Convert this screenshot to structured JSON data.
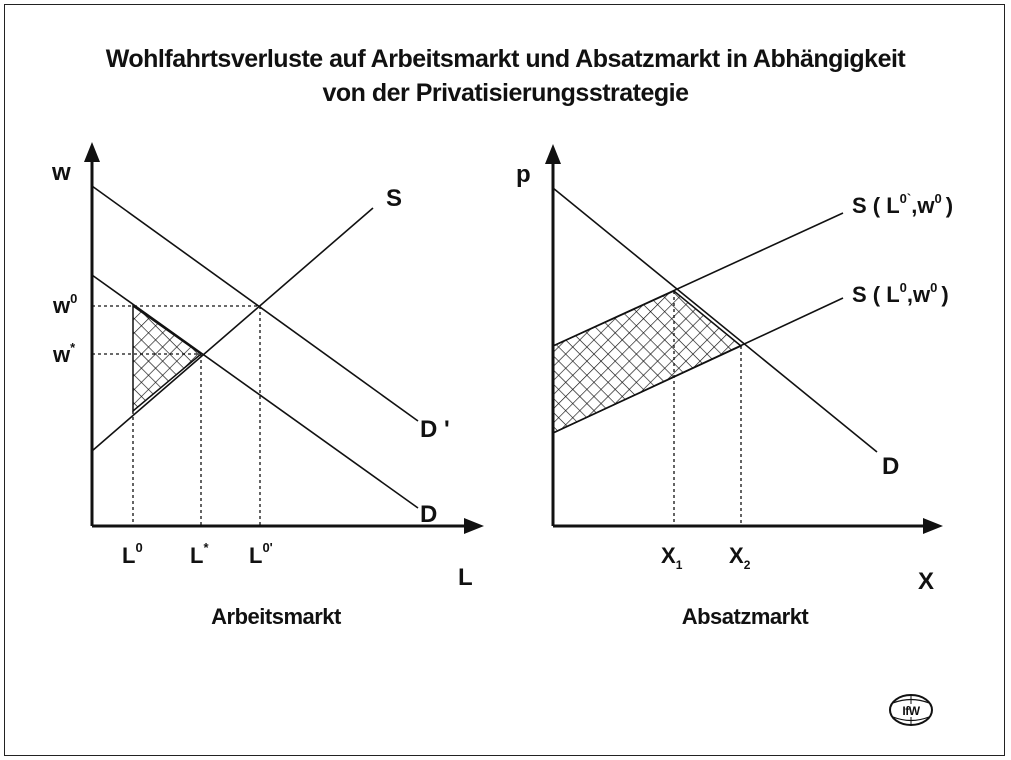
{
  "title": {
    "line1": "Wohlfahrtsverluste auf Arbeitsmarkt und Absatzmarkt in Abhängigkeit",
    "line2": "von der Privatisierungsstrategie"
  },
  "left_panel": {
    "y_axis": "w",
    "x_axis": "L",
    "caption": "Arbeitsmarkt",
    "curve_labels": {
      "supply": "S",
      "demand_shifted": "D '",
      "demand": "D"
    },
    "y_ticks": [
      {
        "base": "w",
        "sup": "0"
      },
      {
        "base": "w",
        "sup": "*"
      }
    ],
    "x_ticks": [
      {
        "base": "L",
        "sup": "0"
      },
      {
        "base": "L",
        "sup": "*"
      },
      {
        "base": "L",
        "sup": "0'"
      }
    ]
  },
  "right_panel": {
    "y_axis": "p",
    "x_axis": "X",
    "caption": "Absatzmarkt",
    "curve_labels": {
      "supply_upper": {
        "pre": "S ( L",
        "sup1": "0`",
        "mid": ",w",
        "sup2": "0",
        "post": ")"
      },
      "supply_lower": {
        "pre": "S ( L",
        "sup1": "0",
        "mid": ",w",
        "sup2": "0",
        "post": ")"
      },
      "demand": "D"
    },
    "x_ticks": [
      {
        "base": "X",
        "sub": "1"
      },
      {
        "base": "X",
        "sub": "2"
      }
    ]
  },
  "logo": {
    "text": "IfW"
  },
  "colors": {
    "ink": "#111111",
    "background": "#ffffff"
  }
}
